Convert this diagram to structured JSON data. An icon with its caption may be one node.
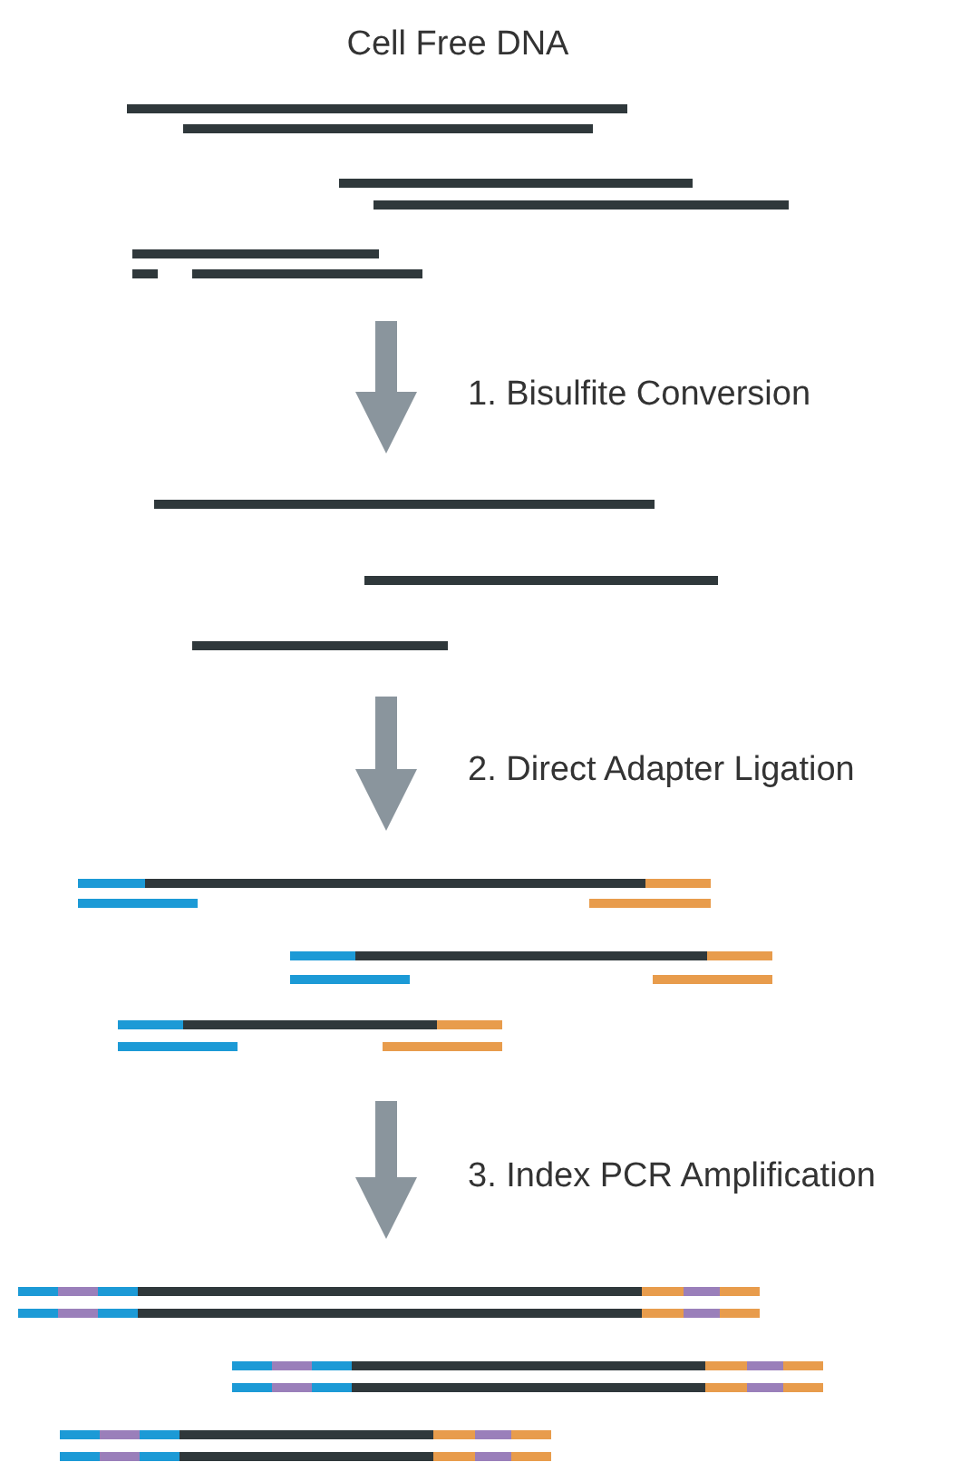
{
  "diagram": {
    "nodes": [
      {
        "text": [
          "Cell Free DNA"
        ]
      },
      {
        "text": [],
        "shape": "picture"
      },
      {
        "text": [],
        "shape": "picture"
      },
      {
        "text": [],
        "shape": "picture"
      }
    ],
    "edges": [
      {
        "from": 0,
        "to": 1,
        "arrow": "to",
        "label": "1. Bisulfite Conversion"
      },
      {
        "from": 1,
        "to": 2,
        "arrow": "to",
        "label": "2. Direct Adapter Ligation"
      },
      {
        "from": 2,
        "to": 3,
        "arrow": "to",
        "label": "3. Index PCR Amplification"
      }
    ]
  }
}
